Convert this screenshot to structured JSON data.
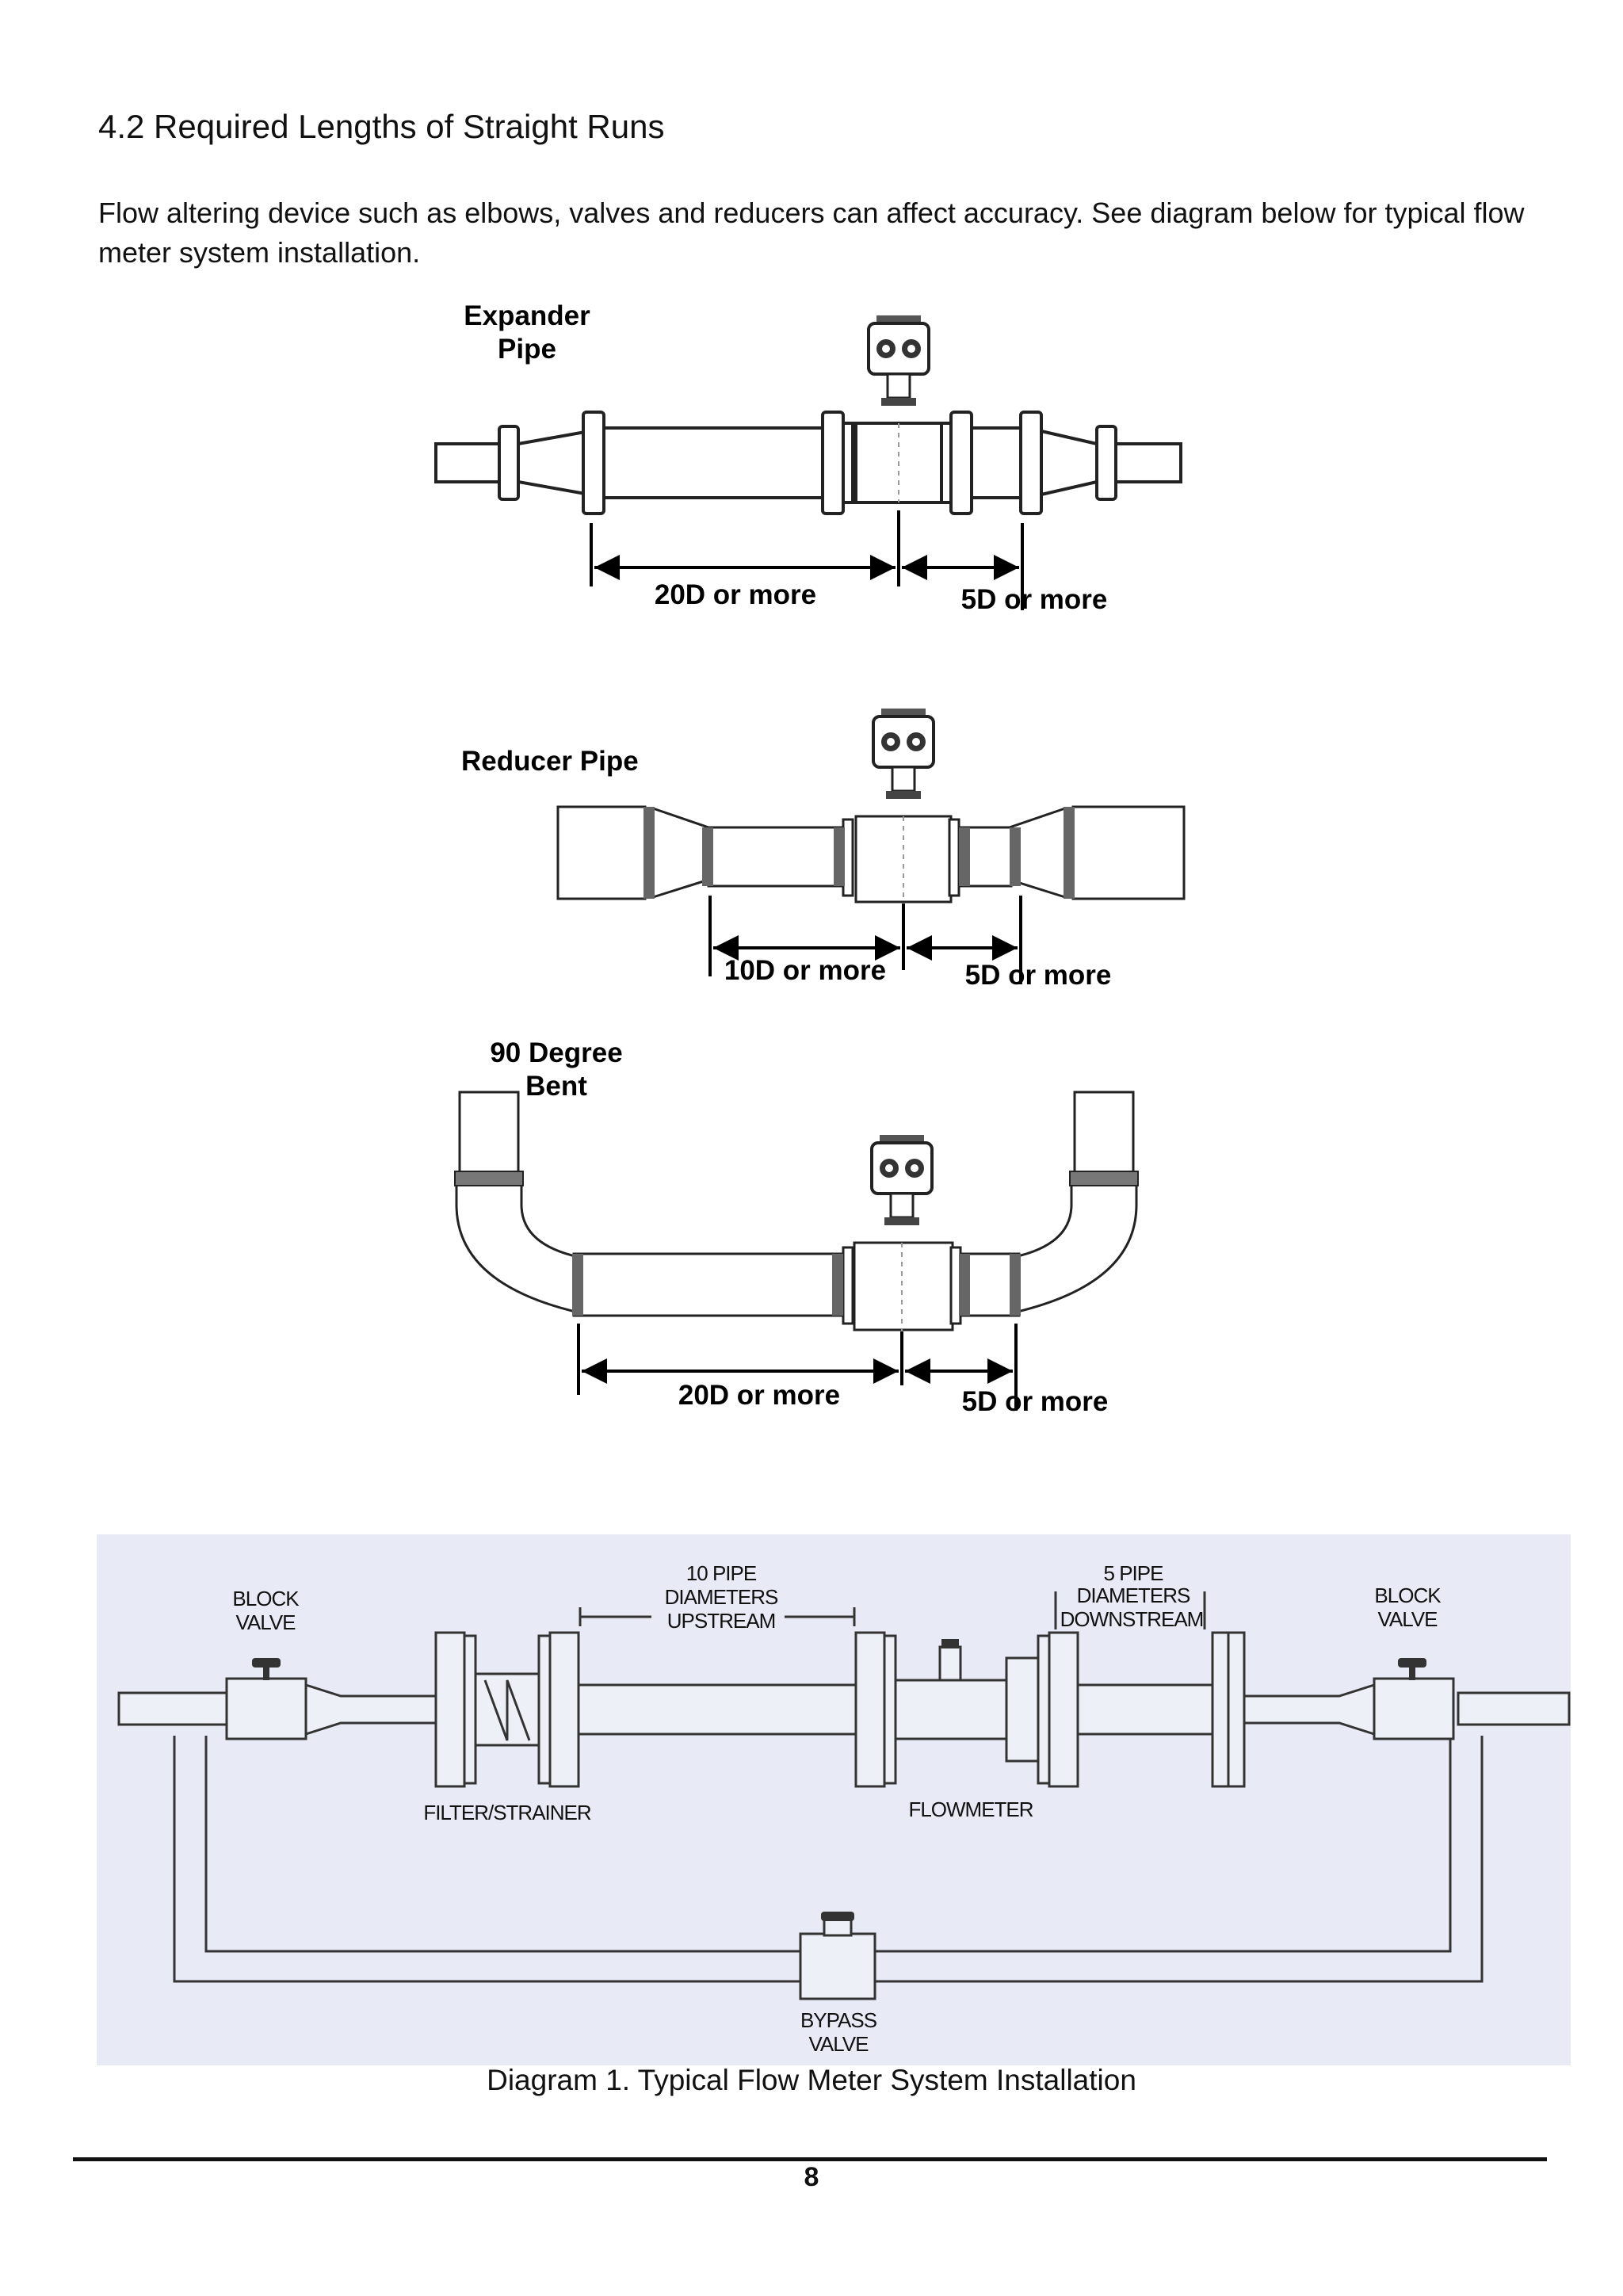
{
  "section": {
    "heading": "4.2 Required Lengths of Straight Runs",
    "paragraph": "Flow altering device such as elbows, valves and reducers can affect accuracy. See diagram below for typical flow meter system installation."
  },
  "fig_expander": {
    "title_line1": "Expander",
    "title_line2": "Pipe",
    "upstream_label": "20D or more",
    "downstream_label": "5D or more"
  },
  "fig_reducer": {
    "title": "Reducer Pipe",
    "upstream_label": "10D or more",
    "downstream_label": "5D or more"
  },
  "fig_bend": {
    "title_line1": "90 Degree",
    "title_line2": "Bent",
    "upstream_label": "20D or more",
    "downstream_label": "5D or more"
  },
  "system_diagram": {
    "block_valve_left_1": "BLOCK",
    "block_valve_left_2": "VALVE",
    "upstream_1": "10 PIPE",
    "upstream_2": "DIAMETERS",
    "upstream_3": "UPSTREAM",
    "downstream_1": "5 PIPE",
    "downstream_2": "DIAMETERS",
    "downstream_3": "DOWNSTREAM",
    "block_valve_right_1": "BLOCK",
    "block_valve_right_2": "VALVE",
    "filter_strainer": "FILTER/STRAINER",
    "flowmeter": "FLOWMETER",
    "bypass_1": "BYPASS",
    "bypass_2": "VALVE"
  },
  "caption": "Diagram 1. Typical Flow Meter System Installation",
  "page_number": "8"
}
